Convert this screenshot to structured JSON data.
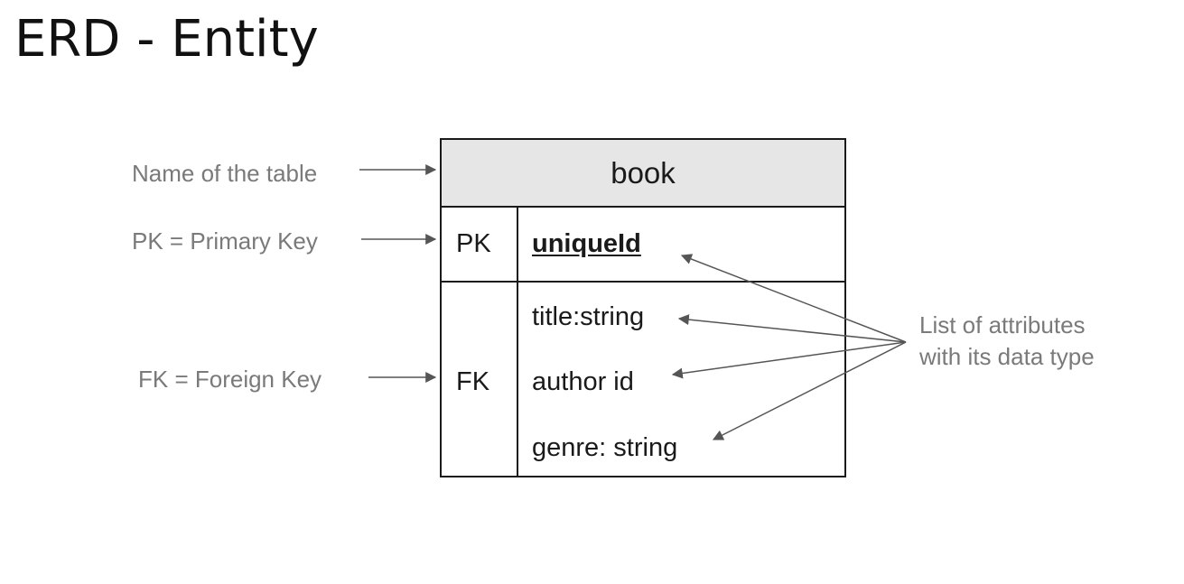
{
  "title": "ERD - Entity",
  "labels": {
    "table_name": "Name of the table",
    "primary_key": "PK = Primary Key",
    "foreign_key": "FK = Foreign Key"
  },
  "note": {
    "line1": "List of attributes",
    "line2": "with its data type"
  },
  "entity": {
    "name": "book",
    "pk": {
      "key": "PK",
      "attribute": "uniqueId"
    },
    "fk": {
      "key": "FK",
      "attributes": [
        "title:string",
        "author id",
        "genre: string"
      ]
    }
  },
  "colors": {
    "title": "#111111",
    "label": "#7a7a7a",
    "border": "#1a1a1a",
    "header_fill": "#e6e6e6",
    "arrow": "#555555"
  }
}
